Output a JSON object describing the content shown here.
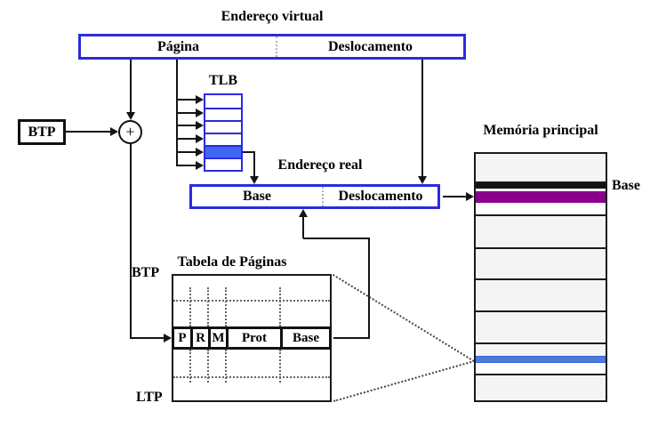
{
  "virtual_address": {
    "title": "Endereço virtual",
    "page_field": "Página",
    "offset_field": "Deslocamento"
  },
  "tlb": {
    "title": "TLB",
    "row_count": 6,
    "highlighted_row_index": 4
  },
  "btp_register": {
    "label": "BTP"
  },
  "adder": {
    "symbol": "+"
  },
  "real_address": {
    "title": "Endereço real",
    "base_field": "Base",
    "offset_field": "Deslocamento"
  },
  "page_table": {
    "title": "Tabela de Páginas",
    "top_label": "BTP",
    "bottom_label": "LTP",
    "entry_fields": [
      "P",
      "R",
      "M",
      "Prot",
      "Base"
    ]
  },
  "main_memory": {
    "title": "Memória principal",
    "base_label": "Base"
  },
  "colors": {
    "blue_box_border": "#2b2bdd",
    "tlb_highlight": "#3f66f7",
    "memory_black_frame": "#141414",
    "memory_purple_frame": "#8b008b",
    "memory_blue_page": "#4a7ec9",
    "memory_row_gray": "#f4f4f4"
  }
}
